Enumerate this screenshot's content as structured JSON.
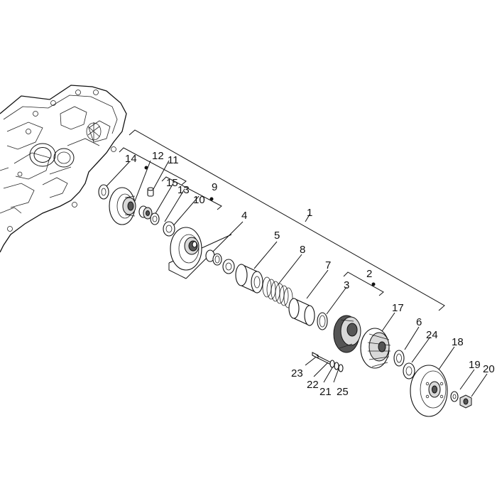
{
  "diagram": {
    "labels": {
      "l1": "1",
      "l2": "2",
      "l3": "3",
      "l4": "4",
      "l5": "5",
      "l6": "6",
      "l7": "7",
      "l8": "8",
      "l9": "9",
      "l10": "10",
      "l11": "11",
      "l12": "12",
      "l13": "13",
      "l14": "14",
      "l15": "15",
      "l17": "17",
      "l18": "18",
      "l19": "19",
      "l20": "20",
      "l21": "21",
      "l22": "22",
      "l23": "23",
      "l24": "24",
      "l25": "25"
    }
  }
}
